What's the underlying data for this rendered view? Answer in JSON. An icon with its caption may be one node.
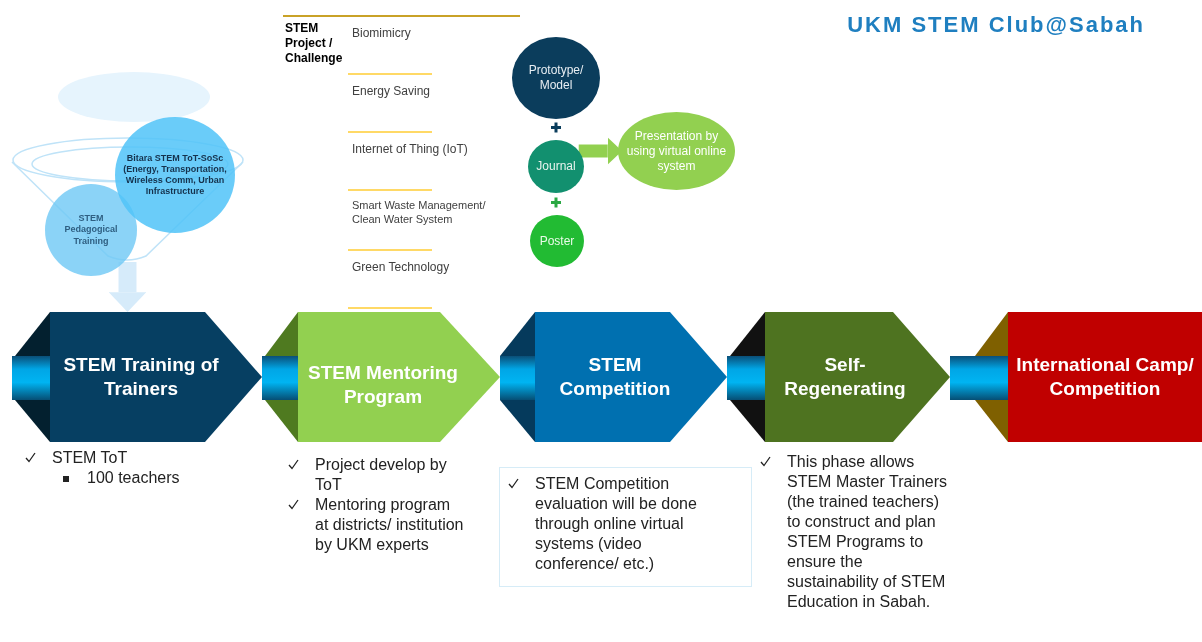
{
  "diagram": {
    "title": "UKM STEM Club@Sabah",
    "nodes": [
      {
        "text": [
          "STEM Training of Trainers"
        ],
        "beside": [
          "STEM ToT",
          "100 teachers"
        ]
      },
      {
        "text": [
          "STEM Mentoring Program"
        ],
        "beside": [
          "Project develop by ToT",
          "Mentoring program at districts/ institution by UKM experts"
        ]
      },
      {
        "text": [
          "STEM Competition"
        ],
        "beside": [
          "STEM Competition evaluation will be done through online virtual systems (video conference/ etc.)"
        ]
      },
      {
        "text": [
          "Self-Regenerating"
        ],
        "beside": [
          "This phase allows STEM Master Trainers (the trained teachers) to construct and plan STEM Programs to ensure the sustainability of STEM Education in Sabah."
        ]
      },
      {
        "text": [
          "International Camp/ Competition"
        ]
      },
      {
        "text": [
          "Prototype/ Model"
        ]
      },
      {
        "text": [
          "Journal"
        ]
      },
      {
        "text": [
          "Poster"
        ]
      },
      {
        "text": [
          "Presentation by using virtual online system"
        ]
      },
      {
        "text": [],
        "shape": "funnel"
      },
      {
        "text": [
          "STEM Pedagogical Training"
        ],
        "in": 9
      },
      {
        "text": [
          "Bitara STEM ToT-SoSc (Energy, Transportation, Wireless Comm, Urban Infrastructure"
        ],
        "in": 9
      }
    ],
    "edges": [
      {
        "from": null,
        "to": 0,
        "arrow": "none"
      },
      {
        "from": 0,
        "to": 1,
        "arrow": "none"
      },
      {
        "from": 1,
        "to": 2,
        "arrow": "none"
      },
      {
        "from": 2,
        "to": 3,
        "arrow": "none"
      },
      {
        "from": 3,
        "to": 4,
        "arrow": "none"
      },
      {
        "from": 6,
        "to": 8,
        "arrow": "to",
        "color": "#92d050"
      },
      {
        "from": 9,
        "to": 0,
        "arrow": "to",
        "color": "#d6ebfa"
      }
    ],
    "labels": [
      "STEM Project / Challenge",
      "Biomimicry",
      "Energy Saving",
      "Internet of Thing (IoT)",
      "Smart Waste Management/ Clean Water System",
      "Green Technology"
    ]
  }
}
